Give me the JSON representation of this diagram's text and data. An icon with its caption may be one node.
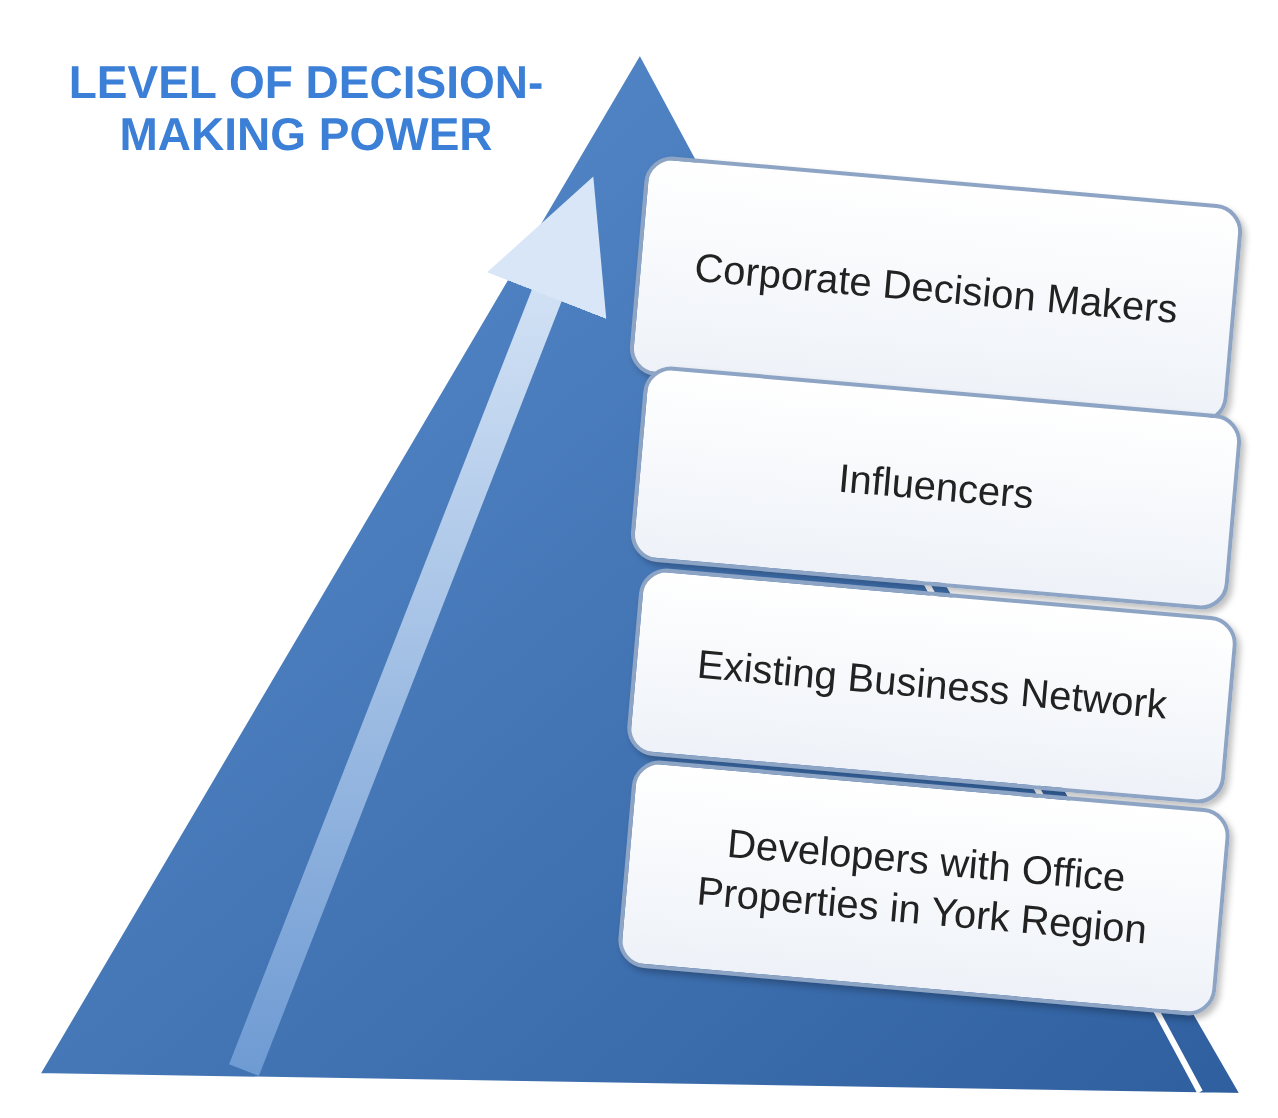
{
  "diagram": {
    "nodes": [
      {
        "text": [
          "Corporate Decision Makers"
        ]
      },
      {
        "text": [
          "Influencers"
        ]
      },
      {
        "text": [
          "Existing Business Network"
        ]
      },
      {
        "text": [
          "Developers with Office Properties in York Region"
        ]
      }
    ],
    "labels": [
      "LEVEL OF DECISION-MAKING POWER"
    ]
  }
}
